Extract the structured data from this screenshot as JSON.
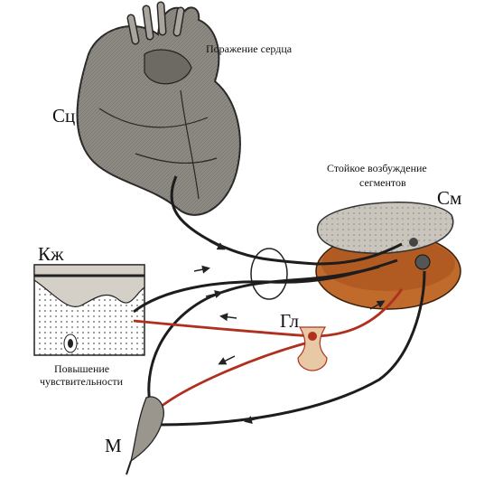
{
  "labels": {
    "heart": "Сц",
    "heart_caption": "Поражение сердца",
    "segment": "См",
    "segment_caption_line1": "Стойкое возбуждение",
    "segment_caption_line2": "сегментов",
    "skin": "Кж",
    "skin_caption_line1": "Повышение",
    "skin_caption_line2": "чувствительности",
    "ganglion": "Гл",
    "muscle": "М"
  },
  "colors": {
    "nerve_dark": "#1d1d1d",
    "nerve_red": "#b0301f",
    "heart": "#8e8a84",
    "cord_orange": "#c06a2c",
    "cord_grey": "#c9c5bd",
    "skin": "#d4d0c8"
  }
}
